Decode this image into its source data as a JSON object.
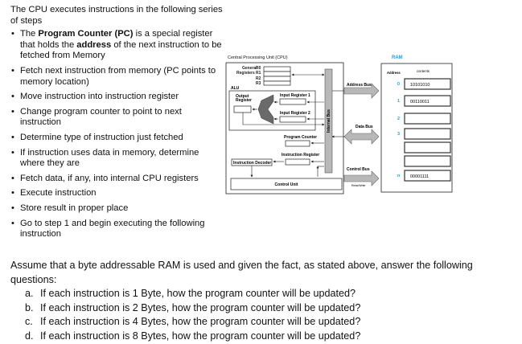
{
  "intro": {
    "line": "The CPU executes instructions in the following series of steps"
  },
  "steps": [
    {
      "parts": [
        "The ",
        {
          "b": "Program Counter (PC)"
        },
        " is a special register that holds the ",
        {
          "b": "address"
        },
        " of the next instruction to be fetched from Memory"
      ]
    },
    {
      "parts": [
        "Fetch next instruction from memory (PC points to memory location)"
      ]
    },
    {
      "parts": [
        "Move instruction into instruction register"
      ]
    },
    {
      "parts": [
        "Change program counter to point to next instruction"
      ]
    },
    {
      "parts": [
        "Determine type of instruction just fetched"
      ]
    },
    {
      "parts": [
        "If instruction uses data in memory, determine where they are"
      ]
    },
    {
      "parts": [
        "Fetch data, if any, into internal CPU registers"
      ]
    },
    {
      "parts": [
        "Execute instruction"
      ]
    },
    {
      "parts": [
        "Store result in proper place"
      ]
    },
    {
      "parts": [
        "Go to step 1 and begin executing the following instruction"
      ]
    }
  ],
  "diagram": {
    "cpu_title": "Central Processing Unit (CPU)",
    "general": "General",
    "registers": "Registers",
    "reg_names": [
      "R0",
      "R1",
      "R2",
      "R3"
    ],
    "alu": "ALU",
    "output_1": "Output",
    "output_2": "Register",
    "input1": "Input Register 1",
    "input2": "Input Register 2",
    "program_counter": "Program Counter",
    "instruction_register": "Instruction Register",
    "instruction_decoder": "Instruction Decoder",
    "control_unit": "Control Unit",
    "internal_bus": "Internal Bus",
    "address_bus": "Address Bus",
    "data_bus": "Data Bus",
    "control_bus": "Control Bus",
    "read_write": "Read/Write",
    "ram": "RAM",
    "address": "Address",
    "contents": "contents",
    "ram_rows": [
      {
        "addr": "0",
        "value": "10101010"
      },
      {
        "addr": "1",
        "value": "00110011"
      },
      {
        "addr": "2",
        "value": ""
      },
      {
        "addr": "3",
        "value": ""
      },
      {
        "addr": "",
        "value": ""
      },
      {
        "addr": "",
        "value": ""
      },
      {
        "addr": "n",
        "value": "00001111"
      }
    ],
    "accent": "#2e9bd6",
    "bus_gray": "#b8b8b8"
  },
  "question": {
    "line1": "Assume that a byte addressable RAM is used and given the fact, as stated above, answer the following",
    "line2": "questions:",
    "items": [
      {
        "marker": "a.",
        "text": "If each instruction is 1 Byte, how the program counter will be updated?"
      },
      {
        "marker": "b.",
        "text": "If each instruction is 2 Bytes, how the program counter will be updated?"
      },
      {
        "marker": "c.",
        "text": "If each instruction is 4 Bytes, how the program counter will be updated?"
      },
      {
        "marker": "d.",
        "text": "If each instruction is 8 Bytes, how the program counter will be updated?"
      }
    ]
  }
}
